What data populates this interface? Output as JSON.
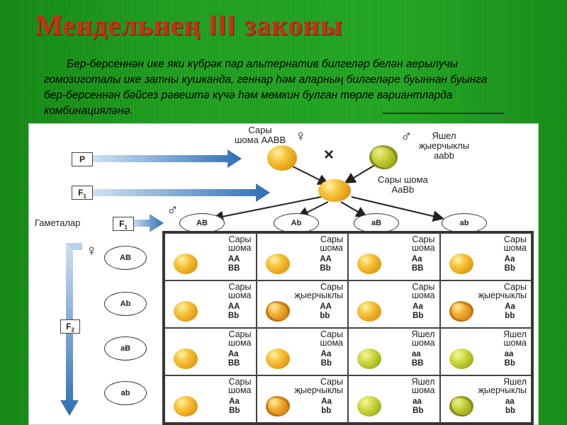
{
  "title": {
    "main": "Мендельнең",
    "roman": "III",
    "rest": "законы"
  },
  "description": "Бер-берсеннән ике яки күбрәк пар альтернатив билгеләр белән аерылучы гомозиготалы ике затны кушканда, геннар һәм аларның билгеләре буыннан буынга бер-берсеннән бәйсез рәвештә күчә һәм мөмкин булган төрле вариантларда комбинацияләнә.",
  "colors": {
    "title": "#c8301a",
    "background": "#1fa11f",
    "arrow": "#2e6fb4"
  },
  "generations": {
    "p": "P",
    "f1": "F",
    "f1_sub": "1",
    "gametes_label": "Гаметалар",
    "f2": "F",
    "f2_sub": "2"
  },
  "parents": {
    "female": {
      "line1": "Сары",
      "line2": "шома ААВВ",
      "symbol": "♀"
    },
    "male": {
      "line1": "Яшел",
      "line2": "җыерчыклы",
      "line3": "aabb",
      "symbol": "♂"
    },
    "cross_symbol": "×"
  },
  "f1": {
    "line1": "Сары шома",
    "line2": "AaBb"
  },
  "male_gametes": {
    "symbol": "♂",
    "items": [
      "AB",
      "Ab",
      "aB",
      "ab"
    ]
  },
  "female_gametes": {
    "symbol": "♀",
    "items": [
      "AB",
      "Ab",
      "aB",
      "ab"
    ]
  },
  "punnett": [
    [
      {
        "p1": "Сары",
        "p2": "шома",
        "g1": "AA",
        "g2": "BB",
        "seed": "yellow-round"
      },
      {
        "p1": "Сары",
        "p2": "шома",
        "g1": "AA",
        "g2": "Bb",
        "seed": "yellow-round"
      },
      {
        "p1": "Сары",
        "p2": "шома",
        "g1": "Aa",
        "g2": "BB",
        "seed": "yellow-round"
      },
      {
        "p1": "Сары",
        "p2": "шома",
        "g1": "Aa",
        "g2": "Bb",
        "seed": "yellow-round"
      }
    ],
    [
      {
        "p1": "Сары",
        "p2": "шома",
        "g1": "AA",
        "g2": "Bb",
        "seed": "yellow-round"
      },
      {
        "p1": "Сары",
        "p2": "җыерчыклы",
        "g1": "AA",
        "g2": "bb",
        "seed": "yellow-wrinkled"
      },
      {
        "p1": "Сары",
        "p2": "шома",
        "g1": "Aa",
        "g2": "Bb",
        "seed": "yellow-round"
      },
      {
        "p1": "Сары",
        "p2": "җыерчыклы",
        "g1": "Aa",
        "g2": "bb",
        "seed": "yellow-wrinkled"
      }
    ],
    [
      {
        "p1": "Сары",
        "p2": "шома",
        "g1": "Aa",
        "g2": "BB",
        "seed": "yellow-round"
      },
      {
        "p1": "Сары",
        "p2": "шома",
        "g1": "Aa",
        "g2": "Bb",
        "seed": "yellow-round"
      },
      {
        "p1": "Яшел",
        "p2": "шома",
        "g1": "aa",
        "g2": "BB",
        "seed": "green-round"
      },
      {
        "p1": "Яшел",
        "p2": "шома",
        "g1": "aa",
        "g2": "Bb",
        "seed": "green-round"
      }
    ],
    [
      {
        "p1": "Сары",
        "p2": "шома",
        "g1": "Aa",
        "g2": "Bb",
        "seed": "yellow-round"
      },
      {
        "p1": "Сары",
        "p2": "җыерчыклы",
        "g1": "Aa",
        "g2": "bb",
        "seed": "yellow-wrinkled"
      },
      {
        "p1": "Яшел",
        "p2": "шома",
        "g1": "aa",
        "g2": "Bb",
        "seed": "green-round"
      },
      {
        "p1": "Яшел",
        "p2": "җыерчыклы",
        "g1": "aa",
        "g2": "bb",
        "seed": "green-wrinkled"
      }
    ]
  ]
}
